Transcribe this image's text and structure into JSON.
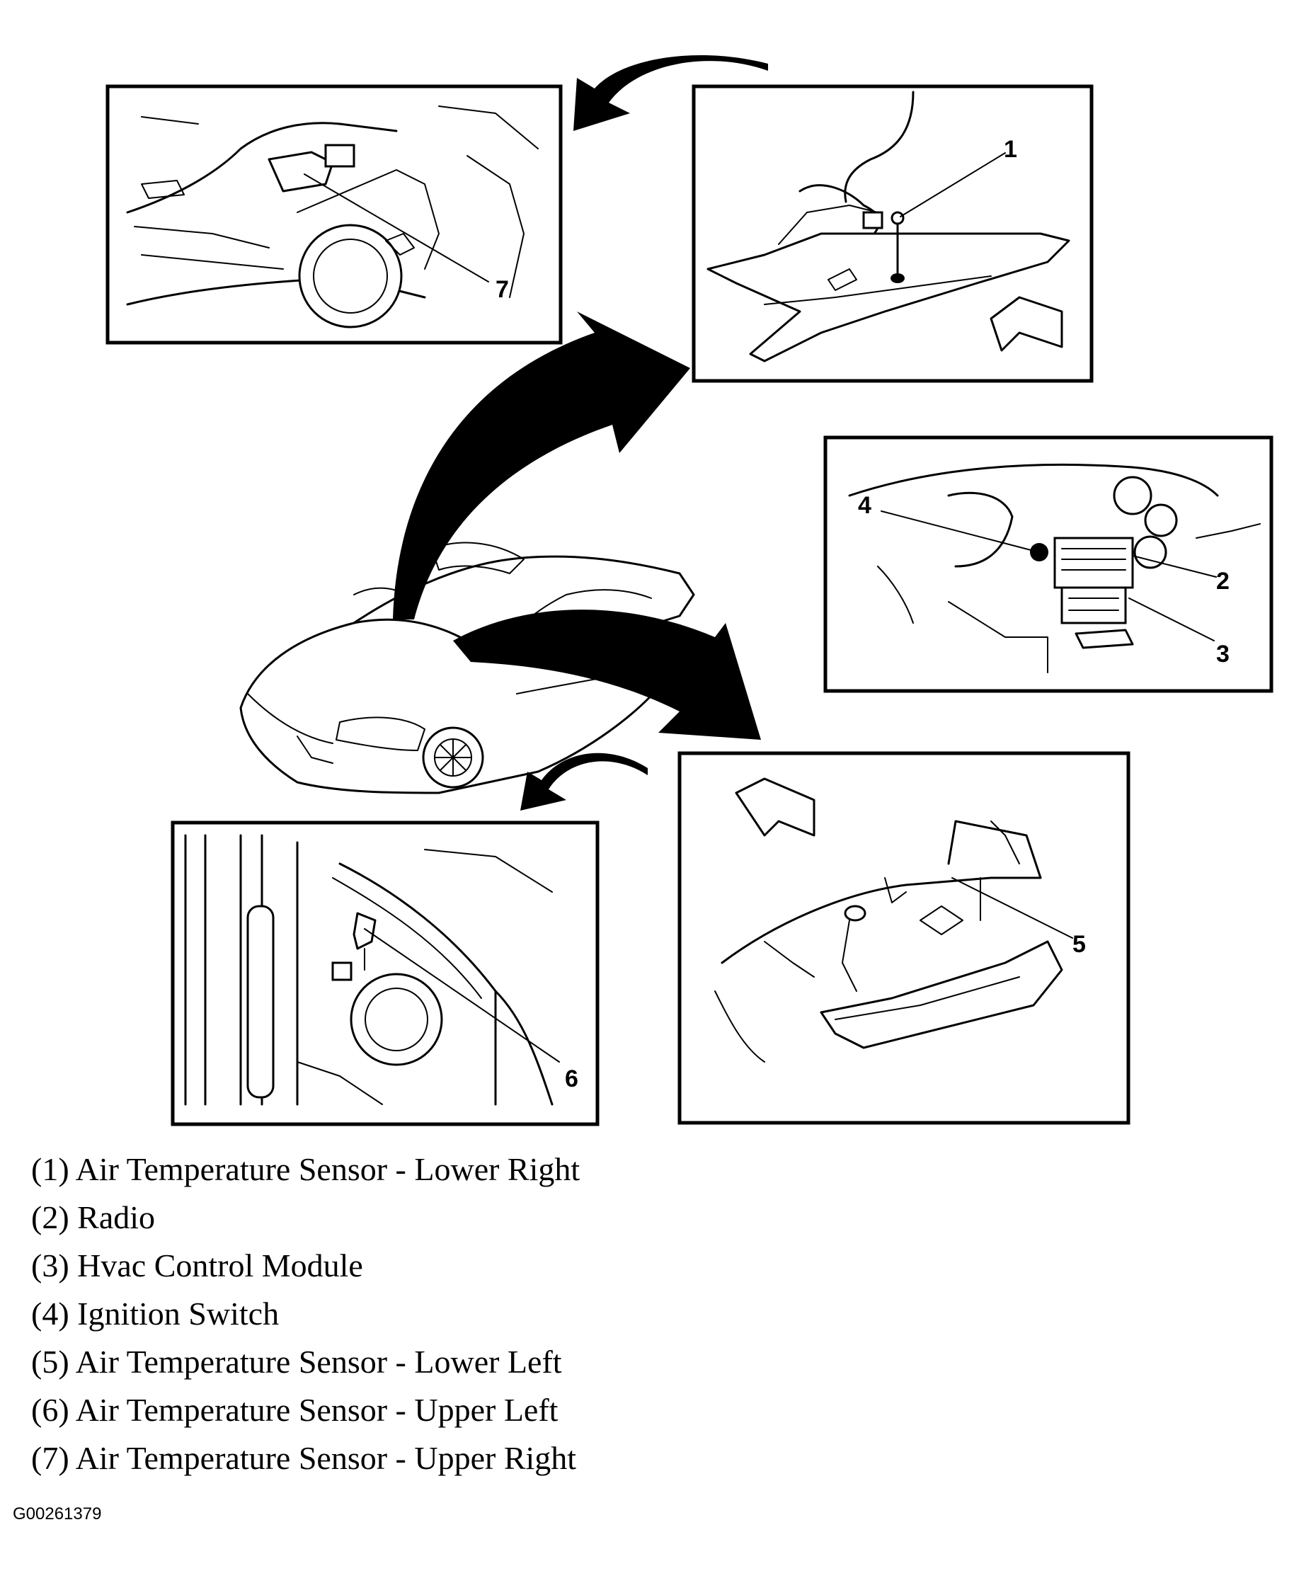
{
  "callouts": {
    "c1": "1",
    "c2": "2",
    "c3": "3",
    "c4": "4",
    "c5": "5",
    "c6": "6",
    "c7": "7"
  },
  "legend": [
    "(1) Air Temperature Sensor - Lower Right",
    "(2) Radio",
    "(3) Hvac Control Module",
    "(4) Ignition Switch",
    "(5) Air Temperature Sensor - Lower Left",
    "(6) Air Temperature Sensor - Upper Left",
    "(7) Air Temperature Sensor - Upper Right"
  ],
  "figure_id": "G00261379"
}
